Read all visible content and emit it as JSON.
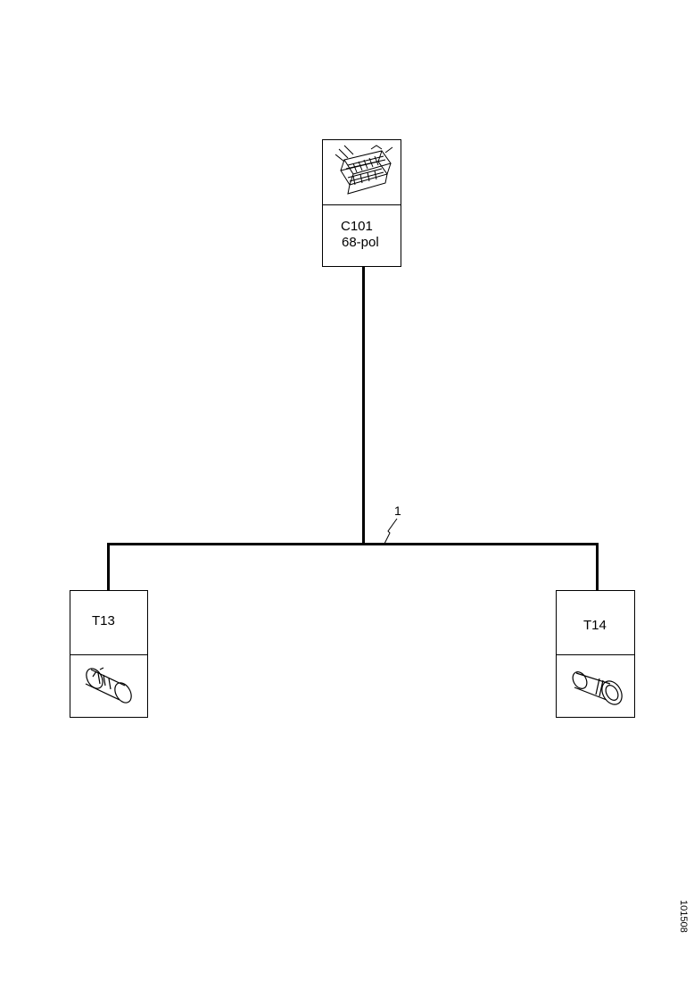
{
  "connectors": {
    "top": {
      "id": "C101",
      "desc": "68-pol",
      "icon": "multi-pin-connector-icon"
    },
    "left": {
      "id": "T13",
      "icon": "round-terminal-icon"
    },
    "right": {
      "id": "T14",
      "icon": "round-terminal-icon"
    }
  },
  "wire": {
    "number": "1"
  },
  "figure_ref": "101508",
  "colors": {
    "line": "#000000",
    "background": "#ffffff"
  }
}
